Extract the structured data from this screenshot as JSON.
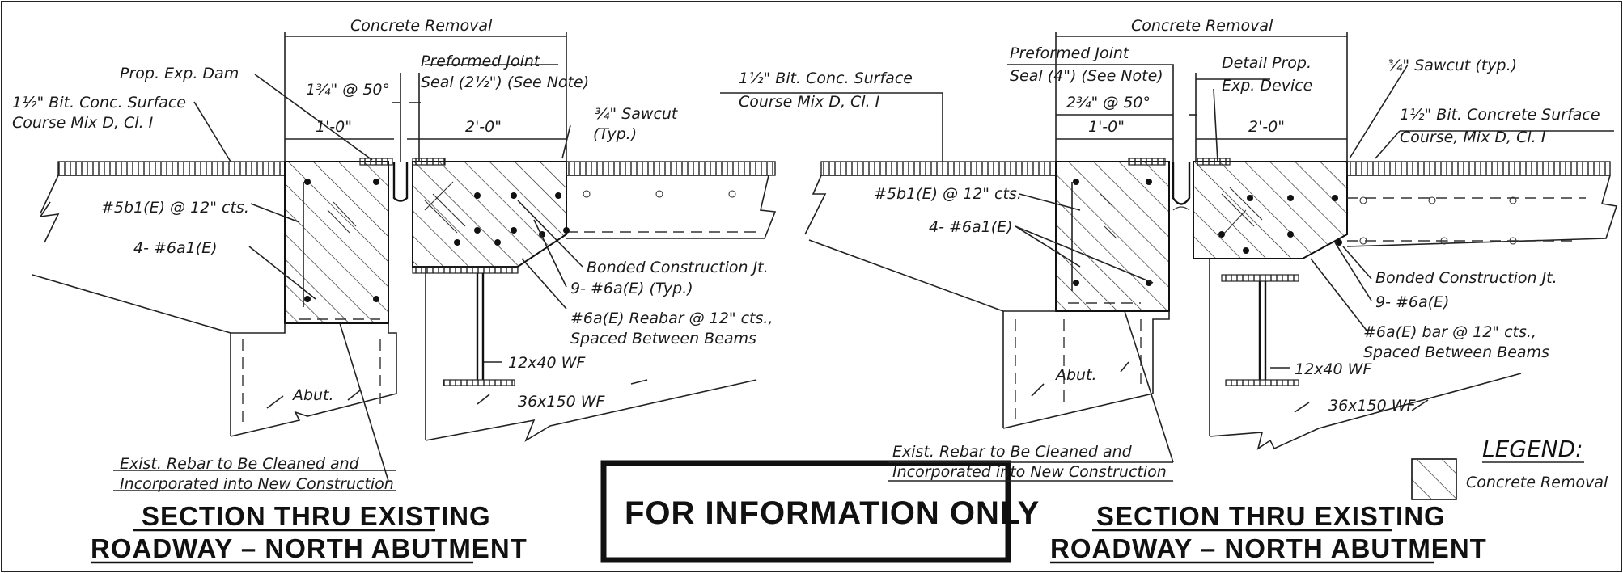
{
  "left": {
    "concrete_removal": "Concrete Removal",
    "preformed_joint_1": "Preformed Joint",
    "preformed_joint_2": "Seal (2½\") (See Note)",
    "prop_exp_dam": "Prop. Exp. Dam",
    "dim_gap": "1¾\" @ 50°",
    "dim_1ft": "1'-0\"",
    "dim_2ft": "2'-0\"",
    "sawcut_1": "¾\" Sawcut",
    "sawcut_2": "(Typ.)",
    "bit_surface_left_1": "1½\" Bit. Conc. Surface",
    "bit_surface_left_2": "Course Mix D, Cl. I",
    "bit_surface_right_1": "1½\" Bit. Conc. Surface",
    "bit_surface_right_2": "Course Mix D, Cl. I",
    "bar_5b1": "#5b1(E) @ 12\" cts.",
    "bar_6a1": "4- #6a1(E)",
    "bonded_jt": "Bonded Construction Jt.",
    "bar_9_6a": "9- #6a(E) (Typ.)",
    "rebar_6a_1": "#6a(E) Reabar @ 12\" cts.,",
    "rebar_6a_2": "Spaced Between Beams",
    "wf_12": "12x40 WF",
    "wf_36": "36x150 WF",
    "abut": "Abut.",
    "exist_rebar_1": "Exist. Rebar to Be Cleaned and",
    "exist_rebar_2": "Incorporated into New Construction",
    "title_1": "SECTION  THRU  EXISTING",
    "title_2": "ROADWAY  –  NORTH  ABUTMENT"
  },
  "right": {
    "concrete_removal": "Concrete Removal",
    "preformed_joint_1": "Preformed Joint",
    "preformed_joint_2": "Seal (4\") (See Note)",
    "detail_prop_1": "Detail Prop.",
    "detail_prop_2": "Exp. Device",
    "sawcut": "¾\" Sawcut (typ.)",
    "dim_gap": "2¾\" @ 50°",
    "dim_1ft": "1'-0\"",
    "dim_2ft": "2'-0\"",
    "bit_surface_1": "1½\" Bit. Concrete Surface",
    "bit_surface_2": "Course, Mix D, Cl. I",
    "bar_5b1": "#5b1(E) @ 12\" cts.",
    "bar_6a1": "4- #6a1(E)",
    "bonded_jt": "Bonded Construction Jt.",
    "bar_9_6a": "9- #6a(E)",
    "rebar_6a_1": "#6a(E) bar @ 12\" cts.,",
    "rebar_6a_2": "Spaced Between Beams",
    "wf_12": "12x40 WF",
    "wf_36": "36x150 WF",
    "abut": "Abut.",
    "exist_rebar_1": "Exist. Rebar to Be Cleaned and",
    "exist_rebar_2": "Incorporated into New Construction",
    "title_1": "SECTION  THRU  EXISTING",
    "title_2": "ROADWAY  –  NORTH  ABUTMENT"
  },
  "banner": "FOR  INFORMATION  ONLY",
  "legend": {
    "title": "LEGEND:",
    "item": "Concrete Removal"
  }
}
